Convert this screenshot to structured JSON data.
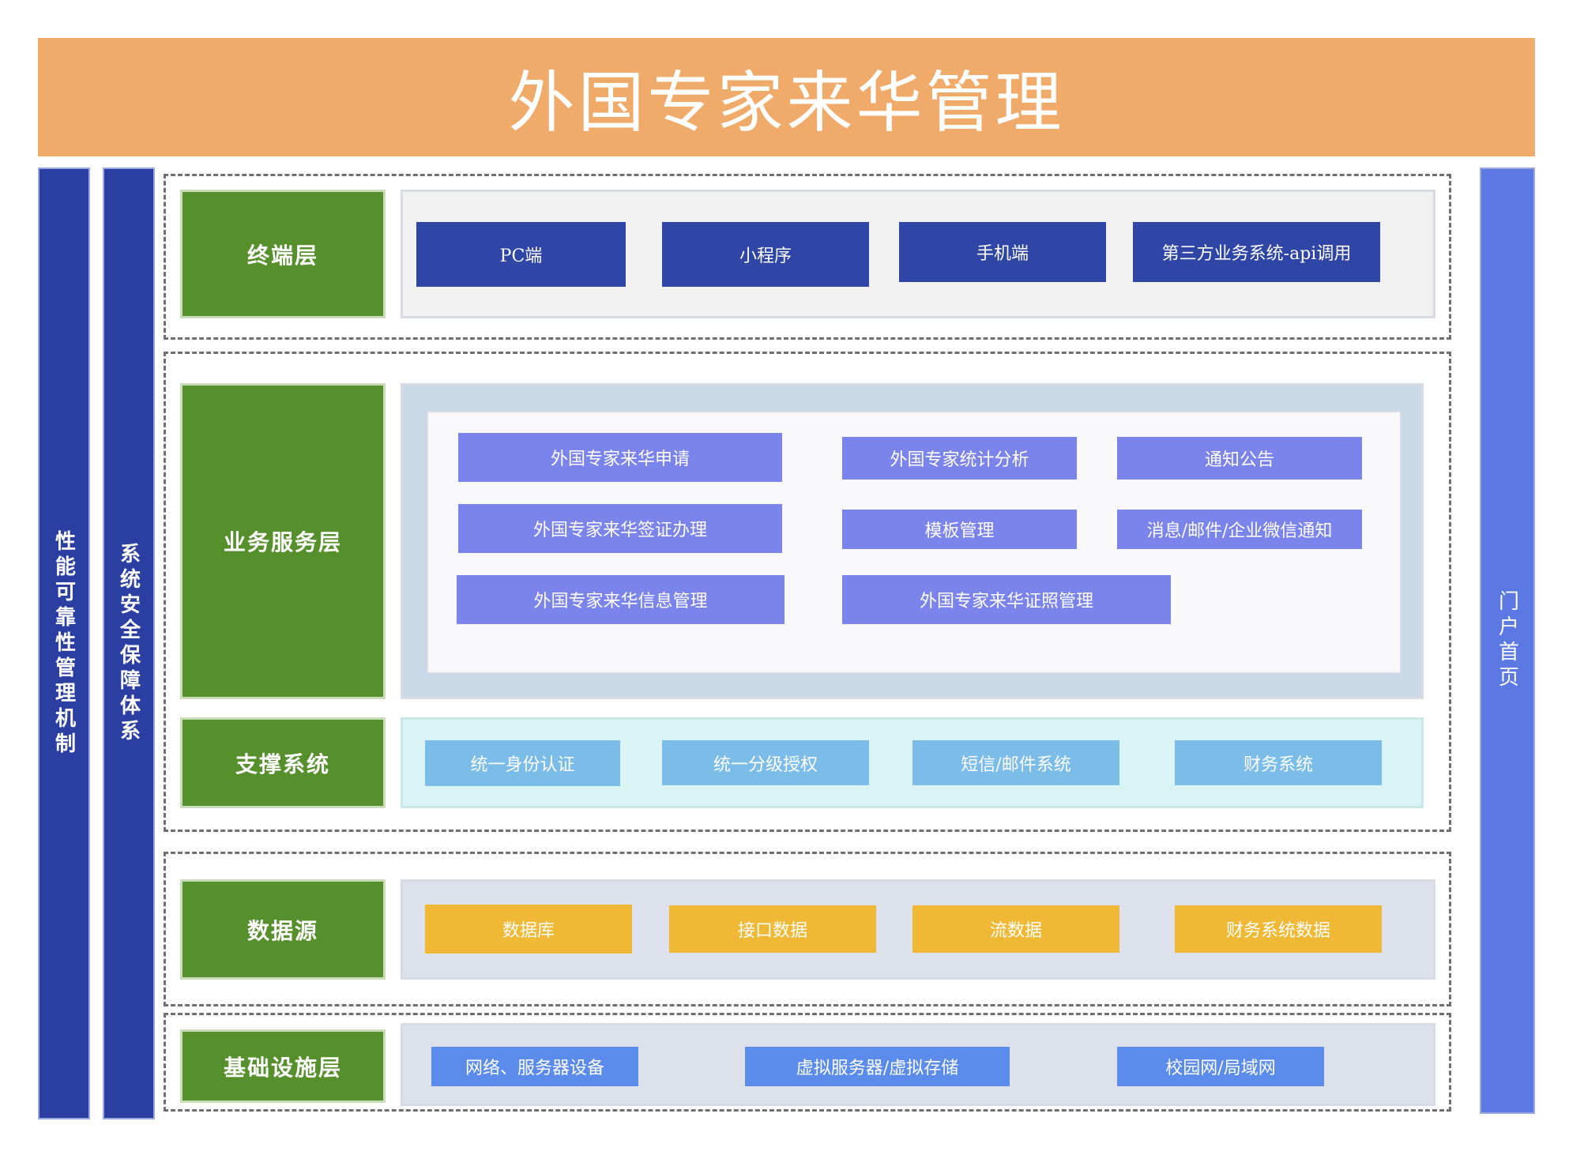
{
  "title": "外国专家来华管理",
  "left_bars": [
    "性能可靠性管理机制",
    "系统安全保障体系"
  ],
  "right_bar": "门户首页",
  "layers": {
    "terminal": "终端层",
    "business": "业务服务层",
    "support": "支撑系统",
    "datasource": "数据源",
    "infra": "基础设施层"
  },
  "terminal_items": [
    "PC端",
    "小程序",
    "手机端",
    "第三方业务系统-api调用"
  ],
  "business_items": [
    "外国专家来华申请",
    "外国专家统计分析",
    "通知公告",
    "外国专家来华签证办理",
    "模板管理",
    "消息/邮件/企业微信通知",
    "外国专家来华信息管理",
    "外国专家来华证照管理"
  ],
  "support_items": [
    "统一身份认证",
    "统一分级授权",
    "短信/邮件系统",
    "财务系统"
  ],
  "datasource_items": [
    "数据库",
    "接口数据",
    "流数据",
    "财务系统数据"
  ],
  "infra_items": [
    "网络、服务器设备",
    "虚拟服务器/虚拟存储",
    "校园网/局域网"
  ]
}
